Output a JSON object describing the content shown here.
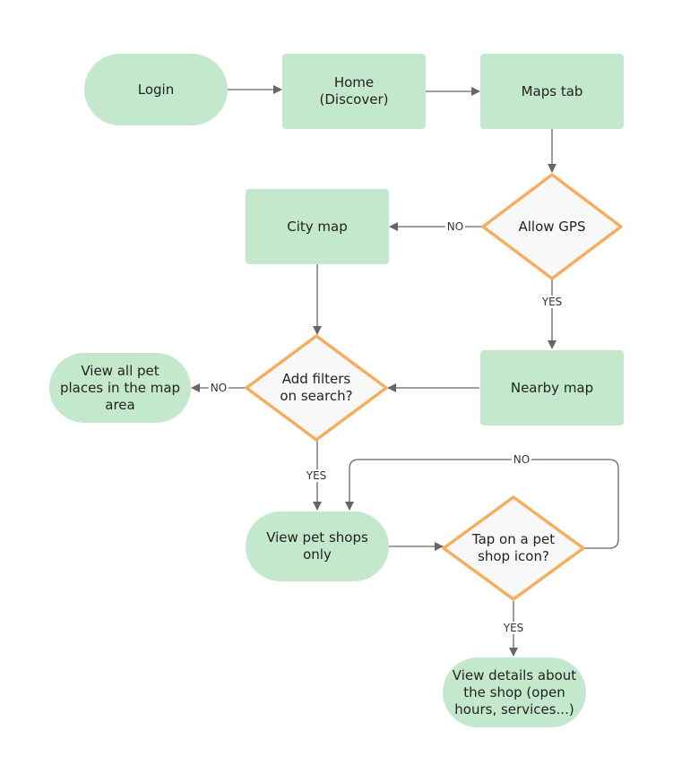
{
  "nodes": {
    "login": "Login",
    "home": "Home\n(Discover)",
    "maps_tab": "Maps tab",
    "allow_gps": "Allow GPS",
    "city_map": "City map",
    "nearby_map": "Nearby map",
    "add_filters": "Add filters\non search?",
    "view_all": "View all pet\nplaces in the map\narea",
    "view_shops": "View pet shops\nonly",
    "tap_icon": "Tap on a pet\nshop icon?",
    "view_details": "View details about\nthe shop (open\nhours, services...)"
  },
  "edge_labels": {
    "gps_no": "NO",
    "gps_yes": "YES",
    "filters_no": "NO",
    "filters_yes": "YES",
    "tap_no": "NO",
    "tap_yes": "YES"
  },
  "colors": {
    "node_fill": "#c4e8cc",
    "decision_stroke": "#f5ad5f",
    "decision_fill": "#f8f8f8",
    "connector": "#666666"
  }
}
